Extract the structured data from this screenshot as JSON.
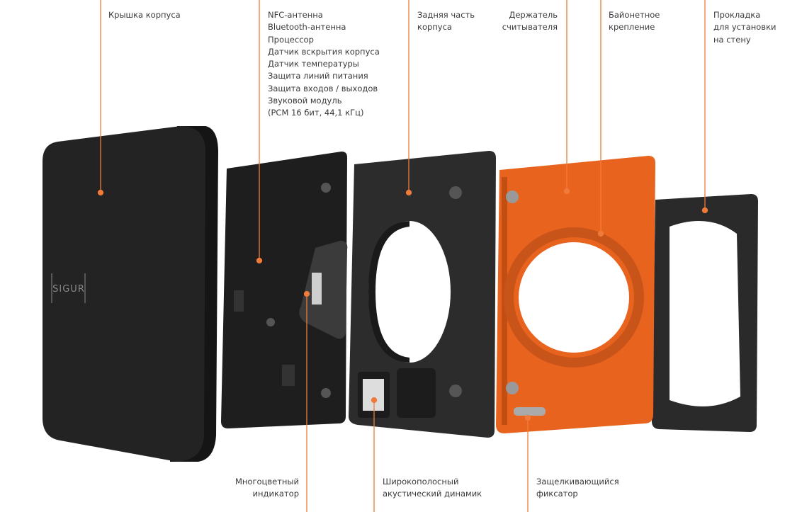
{
  "accent_color": "#f07a3a",
  "labels": {
    "cover": [
      "Крышка корпуса"
    ],
    "board": [
      "NFC-антенна",
      "Bluetooth-антенна",
      "Процессор",
      "Датчик вскрытия корпуса",
      "Датчик температуры",
      "Защита линий питания",
      "Защита входов / выходов",
      "Звуковой модуль",
      "(PCM 16 бит, 44,1 кГц)"
    ],
    "back": [
      "Задняя часть",
      "корпуса"
    ],
    "holder": [
      "Держатель",
      "считывателя"
    ],
    "bayonet": [
      "Байонетное",
      "крепление"
    ],
    "gasket": [
      "Прокладка",
      "для установки",
      "на стену"
    ],
    "indicator": [
      "Многоцветный",
      "индикатор"
    ],
    "speaker": [
      "Широкополосный",
      "акустический динамик"
    ],
    "latch": [
      "Защелкивающийся",
      "фиксатор"
    ]
  },
  "logo_text": "SIGUR"
}
